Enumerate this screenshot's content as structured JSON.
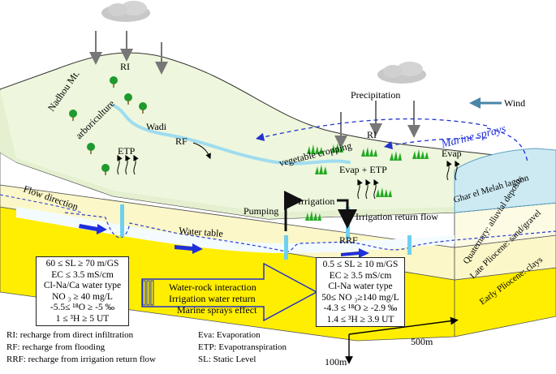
{
  "labels": {
    "ri_left": "RI",
    "ri_right": "RI",
    "nadhou": "Nadhou Mt.",
    "arboriculture": "arboriculture",
    "wadi": "Wadi",
    "rf": "RF",
    "etp": "ETP",
    "precipitation": "Precipitation",
    "wind": "Wind",
    "marine_sprays": "Marine sprays",
    "vegetable_cropping": "vegetable cropping",
    "evap_etp": "Evap + ETP",
    "evap": "Evap",
    "lagoon": "Ghar el Melah lagoon",
    "irrigation": "Irrigation",
    "pumping": "Pumping",
    "irrigation_return_flow": "Irrigation return flow",
    "flow_direction": "Flow direction",
    "water_table": "Water table",
    "rrf": "RRF",
    "quaternary": "Quaternary: alluvial deposits",
    "late_pliocene": "Late Pliocene: sand/gravel",
    "early_pliocene": "Early Pliocene: clays",
    "scale_500": "500m",
    "scale_100": "100m"
  },
  "left_box": [
    "60 ≤ SL ≥ 70 m/GS",
    "EC ≤ 3.5 mS/cm",
    "Cl-Na/Ca water type",
    "NO ₃ ≥ 40 mg/L",
    "-5.5≤ ¹⁸O ≥ -5 ‰",
    "1 ≤ ³H ≥ 5 UT"
  ],
  "right_box": [
    "0.5 ≤ SL ≥ 10 m/GS",
    "EC ≥ 3.5 mS/cm",
    "Cl-Na water type",
    "50≤ NO ₃≥140 mg/L",
    "-4.3 ≤ ¹⁸O ≥ -2.9 ‰",
    "1.4 ≤ ³H ≥ 3.9 UT"
  ],
  "processes": [
    "Water-rock interaction",
    "Irrigation  water  return",
    "Marine sprays effect"
  ],
  "legend_left": [
    "RI: recharge from direct infiltration",
    "RF: recharge from flooding",
    "RRF: recharge from irrigation return flow"
  ],
  "legend_right": [
    "Eva: Evaporation",
    "ETP: Evapotranspiration",
    "SL: Static Level"
  ],
  "colors": {
    "surface": "#eef7dd",
    "yellow": "#ffee00",
    "cream": "#fbf7c8",
    "water": "#8fd8ee",
    "lagoon": "#cdeaf3",
    "blue_arrow": "#1f2fdb",
    "wind_arrow": "#4a86a8",
    "tree": "#1f9a2e",
    "grass": "#22aa22"
  }
}
